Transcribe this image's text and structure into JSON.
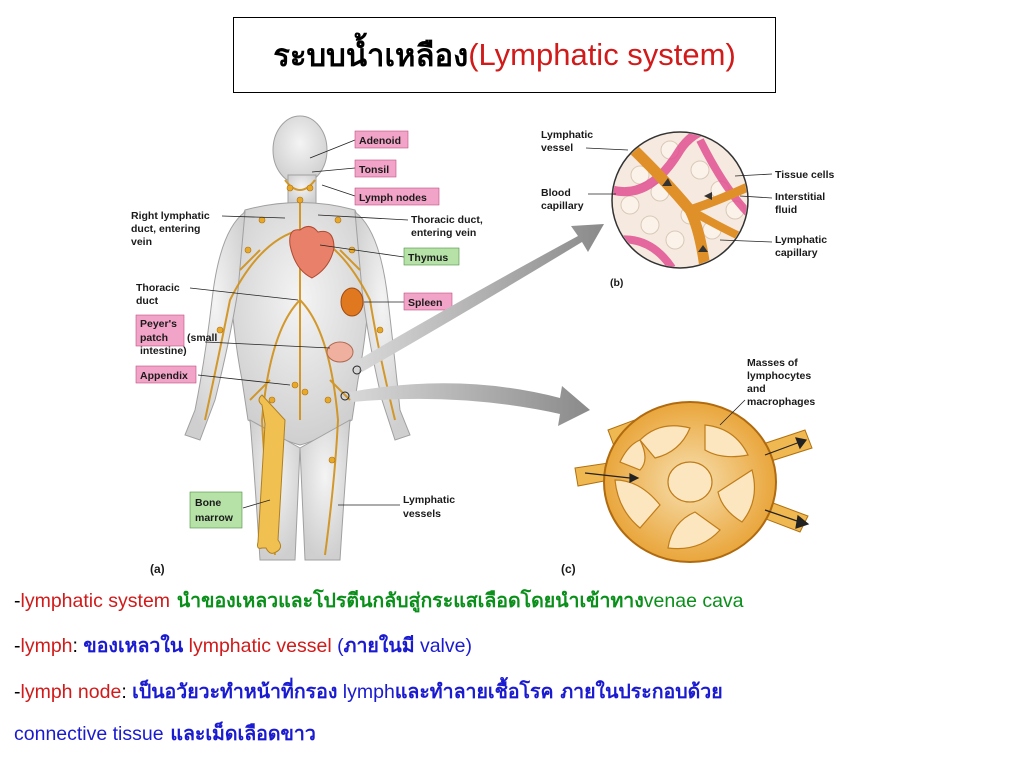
{
  "title": {
    "thai": "ระบบน้ำเหลือง",
    "english": "(Lymphatic system)"
  },
  "figure_a": {
    "label": "(a)",
    "pink_labels": {
      "adenoid": "Adenoid",
      "tonsil": "Tonsil",
      "lymph_nodes": "Lymph nodes",
      "spleen": "Spleen",
      "peyers_patch_1": "Peyer's",
      "peyers_patch_2": "patch",
      "appendix": "Appendix"
    },
    "green_labels": {
      "thymus": "Thymus",
      "bone_marrow_1": "Bone",
      "bone_marrow_2": "marrow"
    },
    "plain_labels": {
      "right_lymphatic_1": "Right lymphatic",
      "right_lymphatic_2": "duct, entering",
      "right_lymphatic_3": "vein",
      "thoracic_duct_1": "Thoracic",
      "thoracic_duct_2": "duct",
      "thoracic_entering_1": "Thoracic duct,",
      "thoracic_entering_2": "entering vein",
      "small_intestine_1": "(small",
      "small_intestine_2": "intestine)",
      "lymphatic_vessels_1": "Lymphatic",
      "lymphatic_vessels_2": "vessels"
    }
  },
  "figure_b": {
    "label": "(b)",
    "labels": {
      "lymphatic_vessel_1": "Lymphatic",
      "lymphatic_vessel_2": "vessel",
      "blood_capillary_1": "Blood",
      "blood_capillary_2": "capillary",
      "tissue_cells": "Tissue cells",
      "interstitial_1": "Interstitial",
      "interstitial_2": "fluid",
      "lymphatic_capillary_1": "Lymphatic",
      "lymphatic_capillary_2": "capillary"
    }
  },
  "figure_c": {
    "label": "(c)",
    "labels": {
      "masses_1": "Masses of",
      "masses_2": "lymphocytes",
      "masses_3": "and",
      "masses_4": "macrophages"
    }
  },
  "lines": [
    {
      "p1": "-",
      "p2": "lymphatic system",
      "p3": " นำของเหลวและโปรตีนกลับสู่กระแสเลือดโดยนำเข้าทาง",
      "p4": "venae cava"
    },
    {
      "p1": "-",
      "p2": "lymph",
      "p3": ": ",
      "p4": "ของเหลวใน",
      "p5": " lymphatic vessel",
      "p6": " (",
      "p7": "ภายในมี",
      "p8": " valve)"
    },
    {
      "p1": "-",
      "p2": "lymph node",
      "p3": ": ",
      "p4": "เป็นอวัยวะทำหน้าที่กรอง",
      "p5": " lymph",
      "p6": "และทำลายเชื้อโรค ภายในประกอบด้วย"
    },
    {
      "p1": "connective tissue",
      "p2": " และเม็ดเลือดขาว"
    }
  ],
  "colors": {
    "label_pink": "#f2a4c8",
    "label_green": "#b6e2a8",
    "title_red": "#d11a1a",
    "text_green": "#0a8f1a",
    "text_blue": "#1a1ad1",
    "lymph_orange": "#e0a020"
  }
}
